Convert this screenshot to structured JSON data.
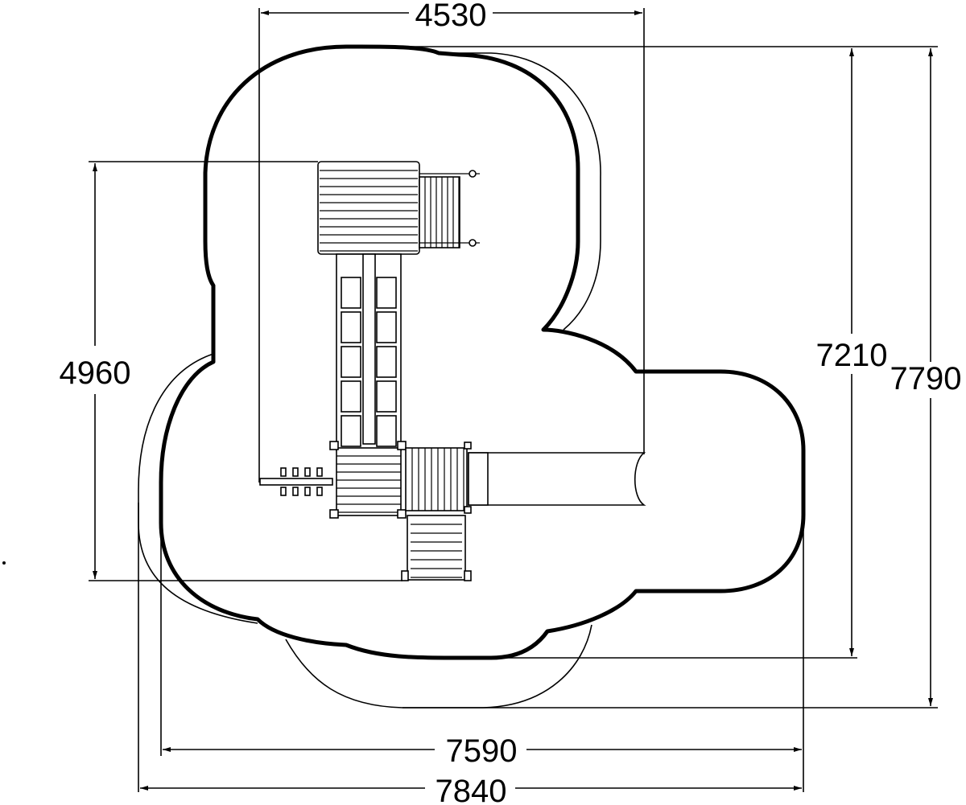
{
  "dimensions": {
    "top_width": "4530",
    "left_height": "4960",
    "right_height_inner": "7210",
    "right_height_outer": "7790",
    "bottom_width_inner": "7590",
    "bottom_width_outer": "7840"
  },
  "colors": {
    "line": "#000000",
    "background": "#ffffff"
  }
}
